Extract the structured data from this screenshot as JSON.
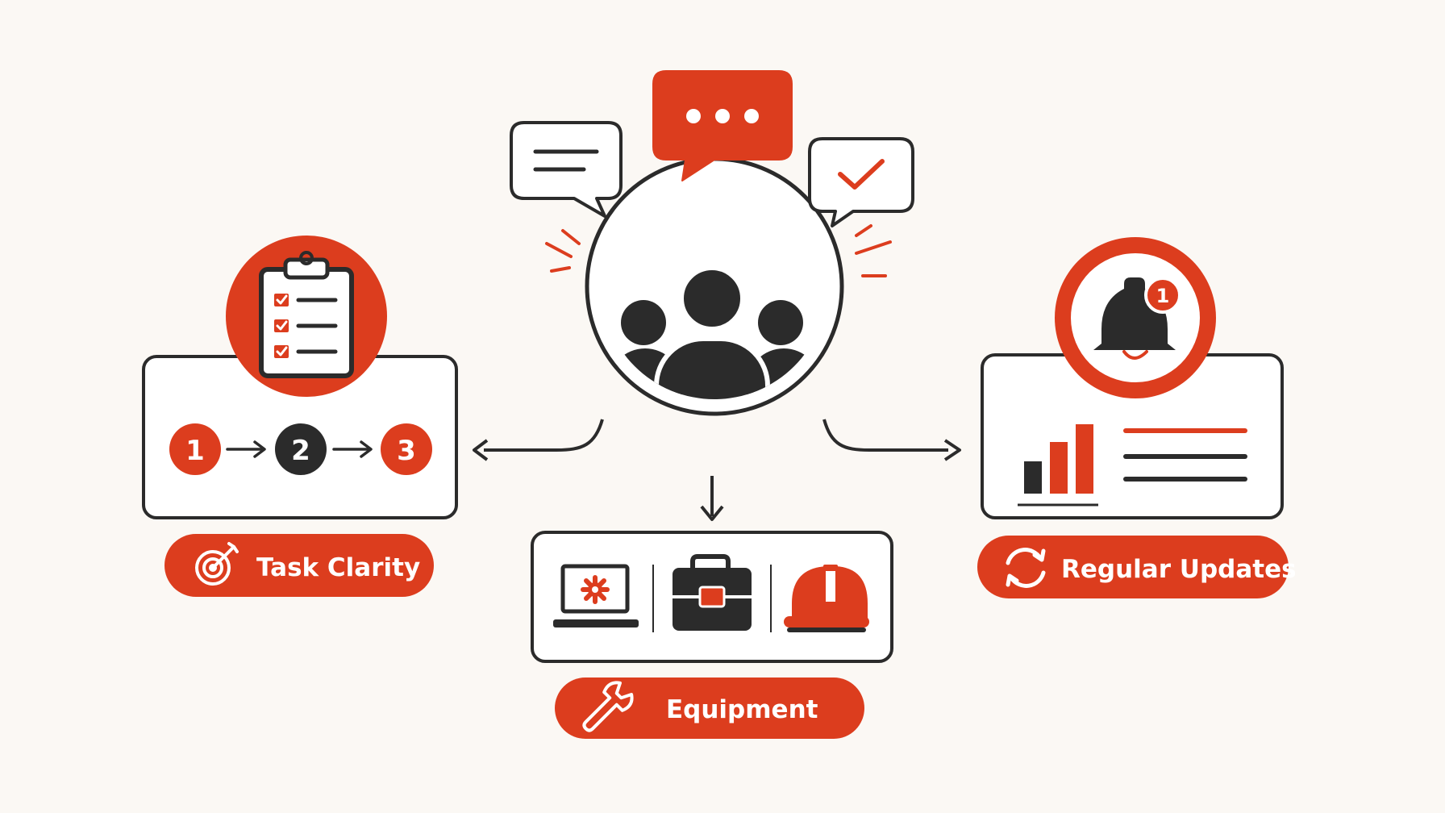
{
  "colors": {
    "accent": "#dc3d1e",
    "ink": "#2b2b2b",
    "background": "#fbf8f4",
    "panel": "#ffffff"
  },
  "team": {
    "icon": "team-icon"
  },
  "bubbles": {
    "left_icon": "message-lines-icon",
    "center_icon": "typing-dots-icon",
    "right_icon": "checkmark-icon"
  },
  "task_clarity": {
    "label": "Task Clarity",
    "label_icon": "target-icon",
    "header_icon": "clipboard-checklist-icon",
    "steps": [
      "1",
      "2",
      "3"
    ]
  },
  "equipment": {
    "label": "Equipment",
    "label_icon": "wrench-icon",
    "items": [
      "laptop-settings-icon",
      "toolbox-icon",
      "hard-hat-icon"
    ]
  },
  "regular_updates": {
    "label": "Regular Updates",
    "label_icon": "refresh-icon",
    "header_icon": "notification-bell-icon",
    "badge_count": "1",
    "chart_icon": "bar-chart-icon"
  }
}
